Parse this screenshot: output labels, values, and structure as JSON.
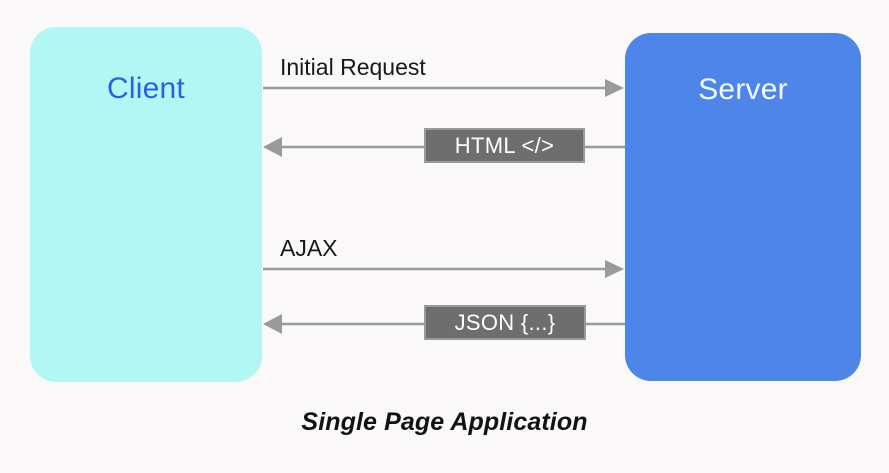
{
  "diagram": {
    "caption": "Single Page Application",
    "background_color": "#faf8f9",
    "wire_color": "#9a9a9a",
    "nodes": [
      {
        "id": "client",
        "label": "Client",
        "fill_color": "#b3f7f5",
        "text_color": "#2f5fe0"
      },
      {
        "id": "server",
        "label": "Server",
        "fill_color": "#4e85e9",
        "text_color": "#f4f6fd"
      }
    ],
    "messages": [
      {
        "id": "initial-request",
        "label": "Initial Request",
        "direction": "client-to-server",
        "badge": null
      },
      {
        "id": "html-response",
        "label": "",
        "direction": "server-to-client",
        "badge": "HTML </>"
      },
      {
        "id": "ajax-request",
        "label": "AJAX",
        "direction": "client-to-server",
        "badge": null
      },
      {
        "id": "json-response",
        "label": "",
        "direction": "server-to-client",
        "badge": "JSON {...}"
      }
    ],
    "badge_style": {
      "fill_color": "#6e6e6e",
      "border_color": "#9a9a9a",
      "text_color": "#ffffff"
    }
  }
}
